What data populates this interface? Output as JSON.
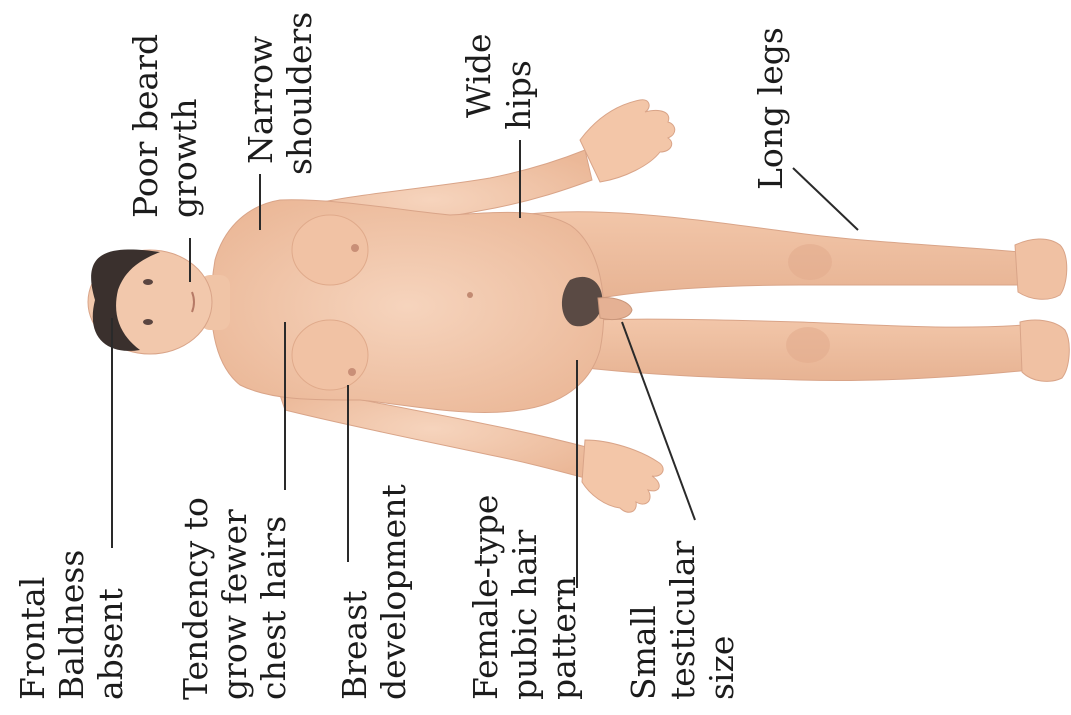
{
  "labels": {
    "frontal_baldness": [
      "Frontal",
      "Baldness",
      "absent"
    ],
    "chest_hairs": [
      "Tendency to",
      "grow fewer",
      "chest hairs"
    ],
    "breast": [
      "Breast",
      "development"
    ],
    "pubic_hair": [
      "Female-type",
      "pubic hair",
      "pattern"
    ],
    "testicular": [
      "Small",
      "testicular",
      "size"
    ],
    "beard": [
      "Poor beard",
      "growth"
    ],
    "shoulders": [
      "Narrow",
      "shoulders"
    ],
    "hips": [
      "Wide",
      "hips"
    ],
    "legs": [
      "Long legs"
    ]
  },
  "colors": {
    "skin": "#f3c9ad",
    "skin_shadow": "#d9a488",
    "hair": "#3a302d",
    "pubic_hair": "#5a4a44",
    "leader_line": "#2a2a2a",
    "text": "#1c1c1c",
    "background": "#ffffff"
  }
}
